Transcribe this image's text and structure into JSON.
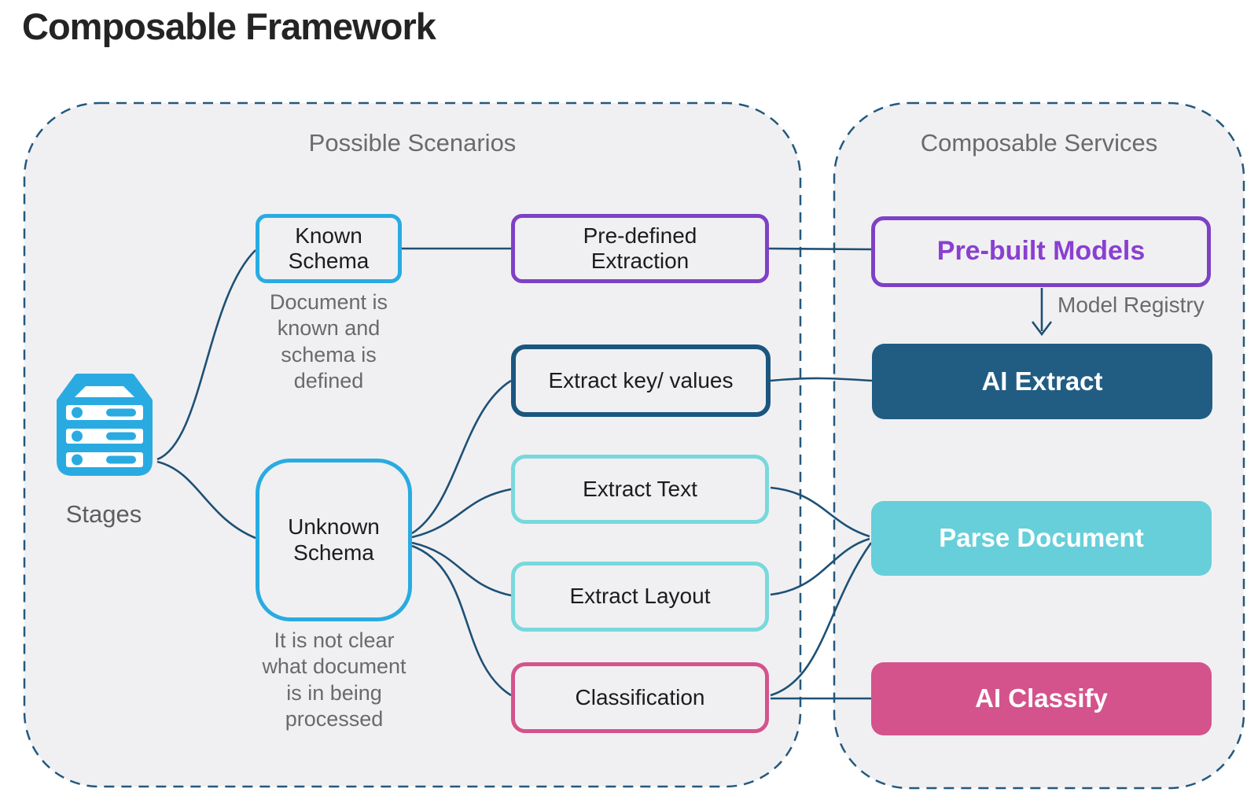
{
  "title": "Composable Framework",
  "containers": {
    "scenarios": {
      "label": "Possible Scenarios"
    },
    "services": {
      "label": "Composable Services"
    }
  },
  "stages": {
    "label": "Stages",
    "icon": "server-stack-icon"
  },
  "nodes": {
    "known_schema": {
      "label": "Known Schema",
      "caption": "Document is known and schema is defined"
    },
    "predefined_extraction": {
      "label": "Pre-defined Extraction"
    },
    "extract_key_values": {
      "label": "Extract key/ values"
    },
    "unknown_schema": {
      "label": "Unknown Schema",
      "caption": "It is not clear what document is in being processed"
    },
    "extract_text": {
      "label": "Extract Text"
    },
    "extract_layout": {
      "label": "Extract Layout"
    },
    "classification": {
      "label": "Classification"
    }
  },
  "services": {
    "prebuilt_models": {
      "label": "Pre-built Models"
    },
    "model_registry": {
      "label": "Model Registry"
    },
    "ai_extract": {
      "label": "AI Extract"
    },
    "parse_document": {
      "label": "Parse Document"
    },
    "ai_classify": {
      "label": "AI Classify"
    }
  },
  "colors": {
    "line": "#1E5075",
    "dash_border": "#24587E",
    "panel": "#F0F0F2",
    "cyan": "#29ABE2",
    "purple": "#7E41C6",
    "purple_text": "#8A3FD1",
    "navy": "#1B567F",
    "teal_border": "#79D8DC",
    "teal_fill": "#66CFDA",
    "pink": "#D4538C",
    "dark_fill": "#215D83",
    "gray_text": "#6A6A6A",
    "label_text": "#1C1C1C",
    "title_text": "#242424"
  }
}
